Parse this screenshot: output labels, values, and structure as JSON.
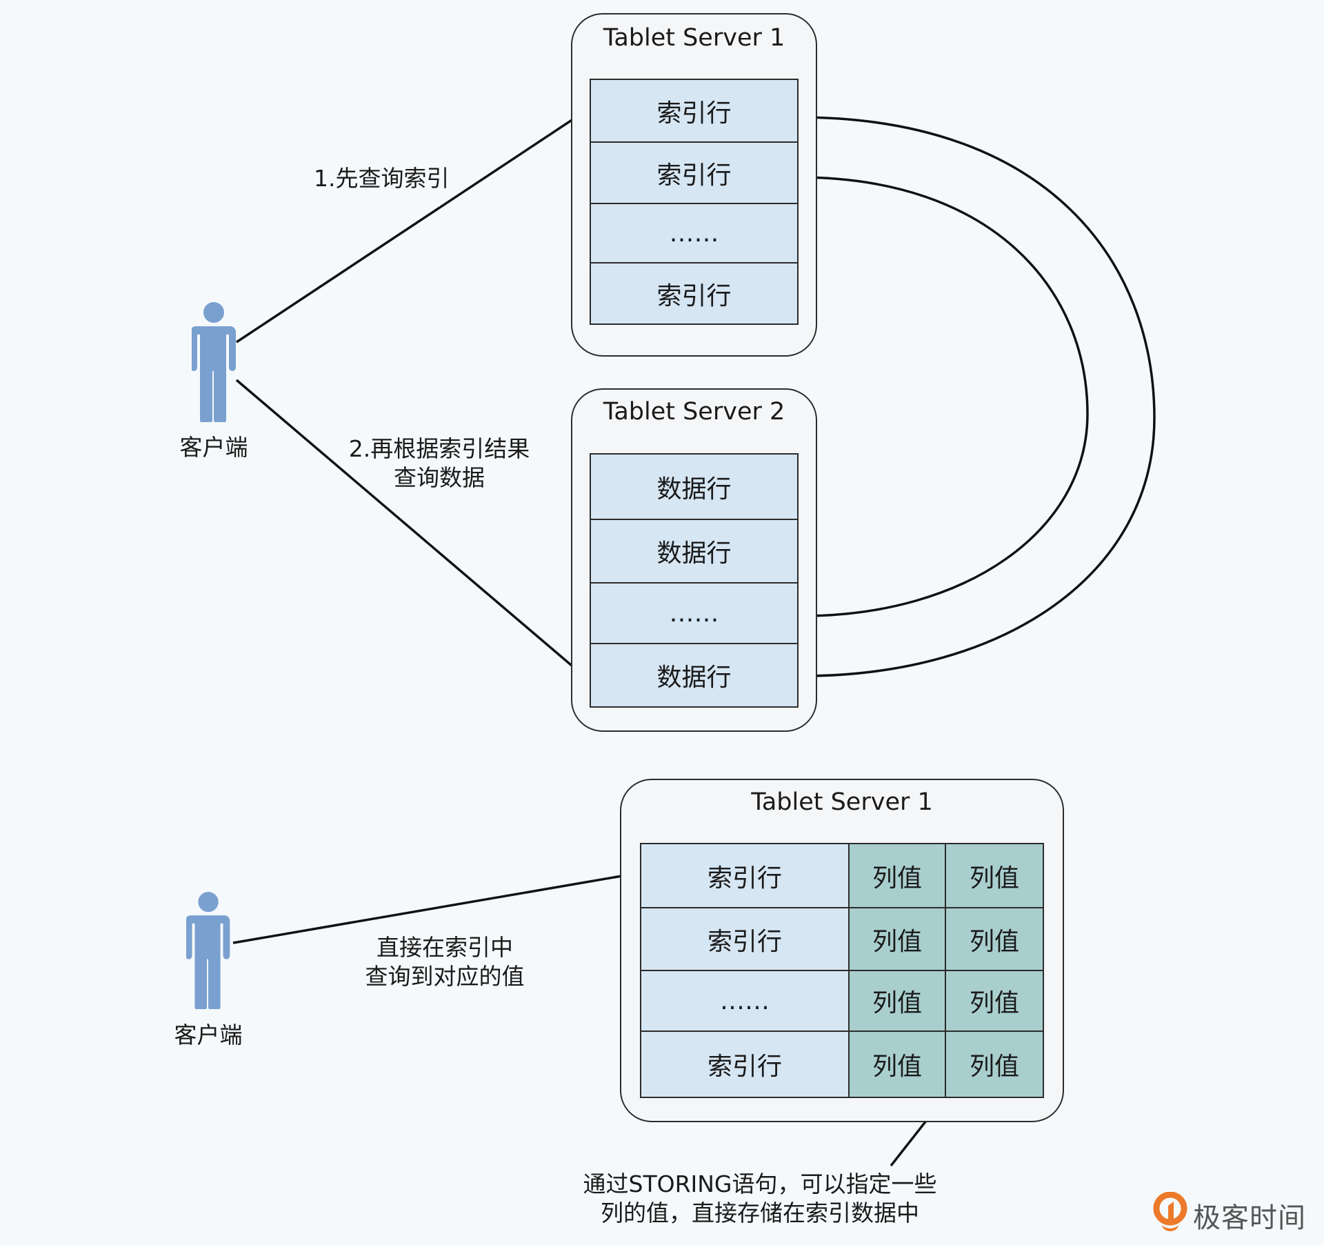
{
  "diagram": {
    "colors": {
      "background": "#f5f9fb",
      "server_fill": "#f5f6f8",
      "index_row": "#d6e6f3",
      "column_value": "#a9cece",
      "person": "#7aa0d0",
      "stroke": "#111111",
      "logo_orange": "#ec7a2a"
    },
    "top": {
      "client_label": "客户端",
      "server1": {
        "title": "Tablet Server 1",
        "rows": [
          "索引行",
          "索引行",
          "……",
          "索引行"
        ]
      },
      "server2": {
        "title": "Tablet Server 2",
        "rows": [
          "数据行",
          "数据行",
          "……",
          "数据行"
        ]
      },
      "step1_label": "1.先查询索引",
      "step2_label_line1": "2.再根据索引结果",
      "step2_label_line2": "查询数据"
    },
    "bottom": {
      "client_label": "客户端",
      "server": {
        "title": "Tablet Server 1",
        "rows": [
          {
            "index": "索引行",
            "col1": "列值",
            "col2": "列值"
          },
          {
            "index": "索引行",
            "col1": "列值",
            "col2": "列值"
          },
          {
            "index": "……",
            "col1": "列值",
            "col2": "列值"
          },
          {
            "index": "索引行",
            "col1": "列值",
            "col2": "列值"
          }
        ]
      },
      "query_label_line1": "直接在索引中",
      "query_label_line2": "查询到对应的值",
      "note_line1": "通过STORING语句，可以指定一些",
      "note_line2": "列的值，直接存储在索引数据中"
    },
    "logo": {
      "icon": "geektime-logo-icon",
      "text": "极客时间"
    }
  }
}
